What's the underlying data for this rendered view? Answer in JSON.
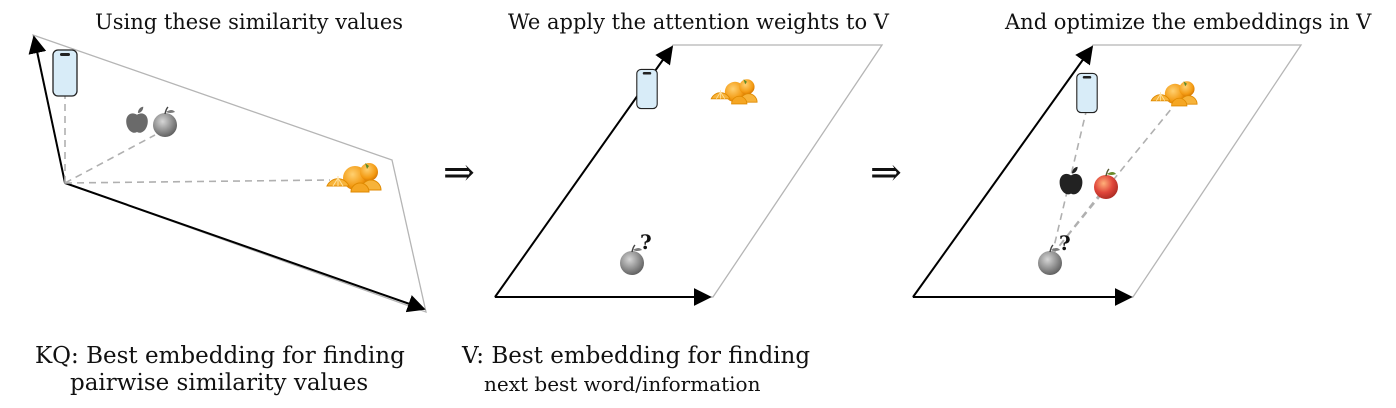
{
  "panels": [
    {
      "title": "Using these similarity values"
    },
    {
      "title": "We apply the attention weights to V"
    },
    {
      "title": "And optimize the embeddings in V"
    }
  ],
  "implies_symbol": "⇒",
  "captions": {
    "kq_line1": "KQ: Best embedding for finding",
    "kq_line2": "pairwise similarity values",
    "v_line1": "V: Best embedding for finding",
    "v_line2": "next best word/information"
  },
  "question_mark": "?",
  "icons": [
    "phone-icon",
    "apple-logo-icon",
    "apple-fruit-icon",
    "orange-slices-icon"
  ],
  "colors": {
    "axis": "#000000",
    "plane_edge": "#b5b5b5",
    "dashed": "#b0b0b0",
    "phone_fill": "#d8ecf8",
    "orange": "#f39a12",
    "red_apple": "#e0463a",
    "gray_apple": "#8a8a8a"
  }
}
